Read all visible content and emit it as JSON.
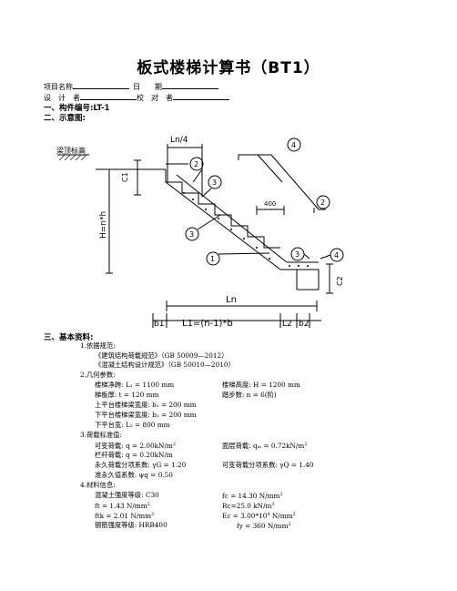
{
  "title": "板式楼梯计算书（BT1）",
  "header": {
    "project_label": "项目名称",
    "date_label": "日　　期",
    "designer_label": "设　计　者",
    "checker_label": "校　对　者"
  },
  "sections": {
    "s1": "一、构件编号:LT-1",
    "s2": "二、示意图:",
    "s3": "三、基本资料:"
  },
  "diagram": {
    "wall_label": "梁顶标高",
    "ln4": "Ln/4",
    "c1": "C1",
    "h": "H=n*h",
    "ln": "Ln",
    "b1": "b1",
    "l1": "L1=(n-1)*b",
    "l2": "L2",
    "b2": "b2",
    "c2": "C2",
    "dim400": "400",
    "n1": "1",
    "n2": "2",
    "n3": "3",
    "n4": "4"
  },
  "basic": {
    "item1": "1.依据规范:",
    "code1": "《建筑结构荷载规范》（GB 50009—2012）",
    "code2": "《混凝土结构设计规范》（GB 50010—2010）",
    "item2": "2.几何参数:",
    "ln_net": "楼梯净跨: L₁ = 1100 mm",
    "height": "楼梯高度: H = 1200 mm",
    "thick": "梯板厚: t = 120 mm",
    "steps": "踏步数: n = 6(阶)",
    "b1": "上平台楼梯梁宽度: b₁ = 200 mm",
    "b2": "下平台楼梯梁宽度: b₂ = 200 mm",
    "l2": "下平台宽: L₂ = 800 mm",
    "item3": "3.荷载标准值:",
    "live": "可变荷载: q = 2.00kN/m",
    "surface": "面层荷载: qₘ = 0.72kN/m",
    "rail": "栏杆荷载: q = 0.20kN/m",
    "gamma_g": "永久荷载分项系数: γG = 1.20",
    "gamma_q": "可变荷载分项系数: γQ = 1.40",
    "psi": "准永久值系数: ψq = 0.50",
    "item4": "4.材料信息:",
    "conc": "混凝土强度等级: C30",
    "fc": "fc = 14.30 N/mm",
    "ft": "ft = 1.43 N/mm",
    "rc": "Rc=25.0 kN/m",
    "ftk": "ftk = 2.01 N/mm",
    "ec": "Ec = 3.00*10",
    "ec_unit": " N/mm",
    "steel": "钢筋强度等级: HRB400",
    "fy": "fy = 360 N/mm",
    "sup2": "2",
    "sup3": "3",
    "sup4": "4"
  }
}
